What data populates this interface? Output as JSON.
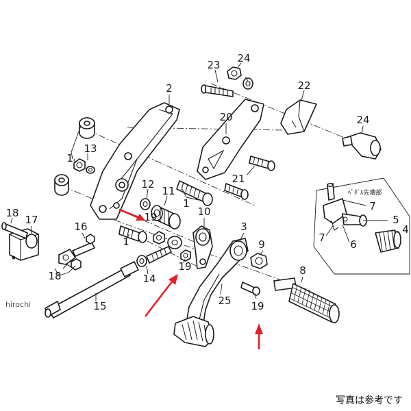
{
  "watermark": "hirochi",
  "caption": "写真は参考です",
  "inset_label": "ﾍﾟﾀﾞﾙ先端部",
  "accent_color": "#e0202a",
  "callouts": {
    "c1a": "1",
    "c1b": "1",
    "c1c": "1",
    "c2": "2",
    "c3": "3",
    "c4": "4",
    "c5": "5",
    "c6": "6",
    "c7a": "7",
    "c7b": "7",
    "c8": "8",
    "c9": "9",
    "c10": "10",
    "c11": "11",
    "c12": "12",
    "c13": "13",
    "c14": "14",
    "c15": "15",
    "c16": "16",
    "c17": "17",
    "c18a": "18",
    "c18b": "18",
    "c19a": "19",
    "c19b": "19",
    "c19c": "19",
    "c19d": "19",
    "c20": "20",
    "c21": "21",
    "c22": "22",
    "c23": "23",
    "c24a": "24",
    "c24b": "24",
    "c25": "25"
  },
  "icons": [
    "red-arrow-icon"
  ]
}
